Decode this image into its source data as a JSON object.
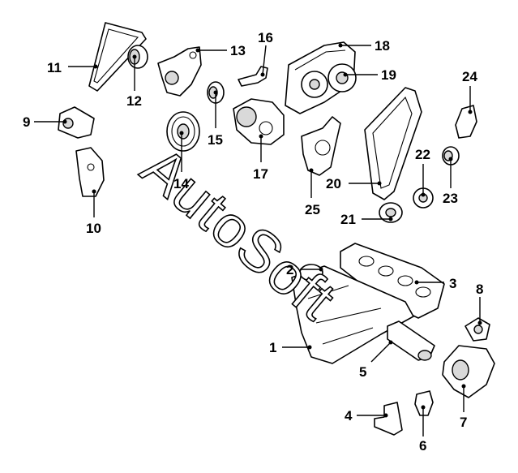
{
  "diagram": {
    "watermark": "AutoSoft",
    "callouts": [
      "1",
      "2",
      "3",
      "4",
      "5",
      "6",
      "7",
      "8",
      "9",
      "10",
      "11",
      "12",
      "13",
      "14",
      "15",
      "16",
      "17",
      "18",
      "19",
      "20",
      "21",
      "22",
      "23",
      "24",
      "25"
    ]
  }
}
